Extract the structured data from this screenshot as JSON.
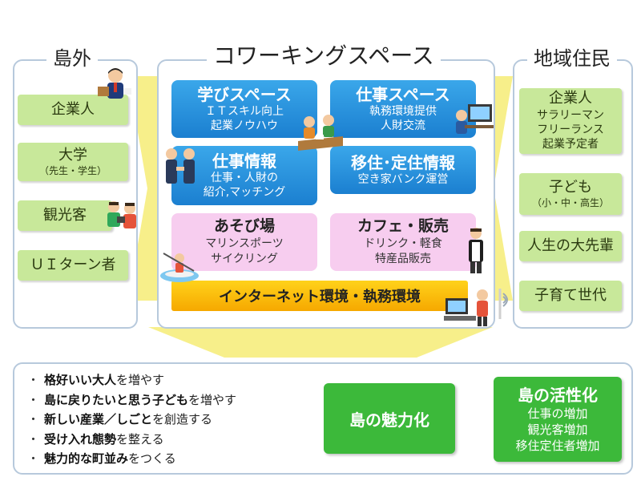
{
  "left_panel": {
    "title": "島外",
    "items": [
      {
        "main": "企業人",
        "sub": ""
      },
      {
        "main": "大学",
        "sub": "（先生・学生）"
      },
      {
        "main": "観光客",
        "sub": ""
      },
      {
        "main": "ＵＩターン者",
        "sub": ""
      }
    ]
  },
  "center_panel": {
    "title": "コワーキングスペース",
    "boxes": [
      {
        "title": "学びスペース",
        "lines": [
          "ＩＴスキル向上",
          "起業ノウハウ"
        ]
      },
      {
        "title": "仕事スペース",
        "lines": [
          "執務環境提供",
          "人財交流"
        ]
      },
      {
        "title": "仕事情報",
        "lines": [
          "仕事・人財の",
          "紹介,マッチング"
        ]
      },
      {
        "title": "移住･定住情報",
        "lines": [
          "空き家バンク運営"
        ]
      },
      {
        "title": "あそび場",
        "lines": [
          "マリンスポーツ",
          "サイクリング"
        ]
      },
      {
        "title": "カフェ・販売",
        "lines": [
          "ドリンク・軽食",
          "特産品販売"
        ]
      }
    ],
    "bar": "インターネット環境・執務環境"
  },
  "right_panel": {
    "title": "地域住民",
    "items": [
      {
        "main": "企業人",
        "subs": [
          "サラリーマン",
          "フリーランス",
          "起業予定者"
        ]
      },
      {
        "main": "子ども",
        "subs": [
          "（小・中・高生）"
        ]
      },
      {
        "main": "人生の大先輩",
        "subs": []
      },
      {
        "main": "子育て世代",
        "subs": []
      }
    ]
  },
  "bottom": {
    "bullets": [
      {
        "bold": "格好いい大人",
        "rest": "を増やす"
      },
      {
        "bold": "島に戻りたいと思う子ども",
        "rest": "を増やす"
      },
      {
        "bold": "新しい産業／しごと",
        "rest": "を創造する"
      },
      {
        "bold": "受け入れ態勢",
        "rest": "を整える"
      },
      {
        "bold": "魅力的な町並み",
        "rest": "をつくる"
      }
    ],
    "bullet_mark": "・",
    "result1": "島の魅力化",
    "result2": {
      "title": "島の活性化",
      "lines": [
        "仕事の増加",
        "観光客増加",
        "移住定住者増加"
      ]
    }
  },
  "colors": {
    "panel_border": "#b7c9dc",
    "light_green": "#c8e89a",
    "blue": "#1b7fd0",
    "pink": "#f7cdef",
    "orange": "#f6a800",
    "strong_green": "#3cb93a",
    "arrow_yellow": "#f7ef8a",
    "arrow_green": "#bfe88a"
  },
  "icons": [
    "businessman-icon",
    "teachers-icon",
    "students-icon",
    "meeting-icon",
    "office-worker-icon",
    "handshake-icon",
    "tourists-icon",
    "paddleboard-icon",
    "barista-icon",
    "computer-user-icon",
    "wifi-icon",
    "arrow-icon"
  ]
}
